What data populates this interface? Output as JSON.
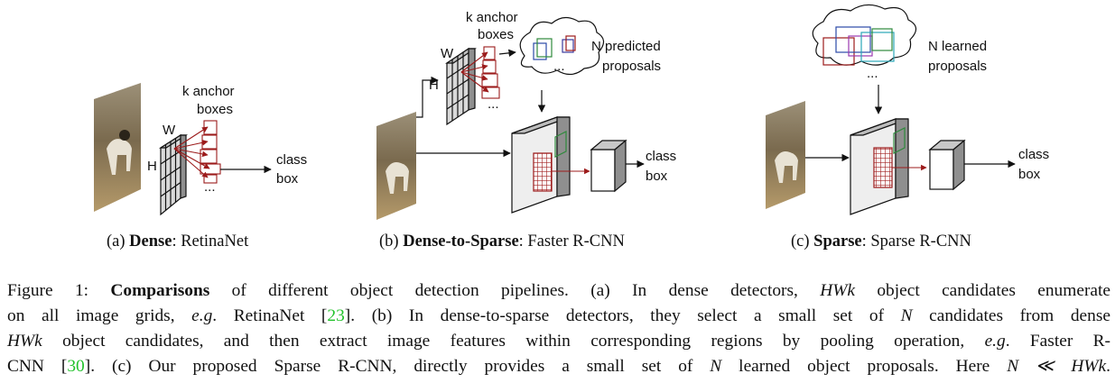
{
  "panels": [
    {
      "letter": "(a)",
      "name": "Dense",
      "detail": "RetinaNet",
      "labels": {
        "k": "k anchor",
        "boxes": "boxes",
        "W": "W",
        "H": "H",
        "class": "class",
        "box": "box",
        "dots": "..."
      }
    },
    {
      "letter": "(b)",
      "name": "Dense-to-Sparse",
      "detail": "Faster R-CNN",
      "labels": {
        "k": "k anchor",
        "boxes": "boxes",
        "W": "W",
        "H": "H",
        "np1": "N predicted",
        "np2": "proposals",
        "class": "class",
        "box": "box",
        "dots": "...",
        "dots2": "..."
      }
    },
    {
      "letter": "(c)",
      "name": "Sparse",
      "detail": "Sparse R-CNN",
      "labels": {
        "nl1": "N learned",
        "nl2": "proposals",
        "class": "class",
        "box": "box",
        "dots": "..."
      }
    }
  ],
  "caption": {
    "l1a": "Figure 1: ",
    "l1b": "Comparisons",
    "l1c": " of different object detection pipelines. (a) In dense detectors, ",
    "l1d": "HWk",
    "l1e": " object candidates enumerate",
    "l2a": "on all image grids, ",
    "l2b": "e.g",
    "l2c": ". RetinaNet [",
    "l2d": "23",
    "l2e": "]. (b) In dense-to-sparse detectors, they select a small set of ",
    "l2f": "N",
    "l2g": " candidates from dense",
    "l3a": "HWk",
    "l3b": " object candidates, and then extract image features within corresponding regions by pooling operation, ",
    "l3c": "e.g",
    "l3d": ". Faster R-",
    "l4a": "CNN [",
    "l4b": "30",
    "l4c": "]. (c) Our proposed Sparse R-CNN, directly provides a small set of ",
    "l4d": "N",
    "l4e": " learned object proposals. Here ",
    "l4f": "N ≪ HWk",
    "l4g": "."
  }
}
